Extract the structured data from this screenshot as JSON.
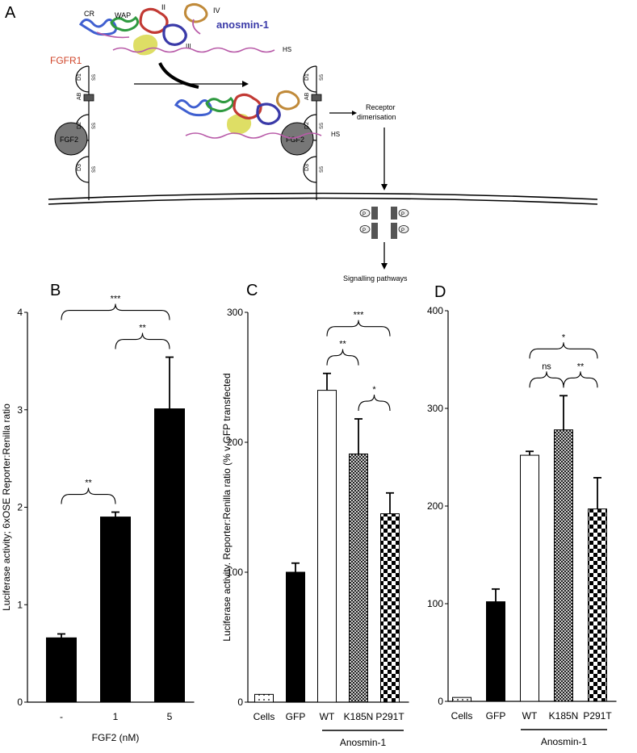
{
  "colors": {
    "fgfr1_label": "#d0452a",
    "anosmin_label": "#3a3aa8",
    "hs_chain": "#b85aa8",
    "domain_cr": "#3f5fd0",
    "domain_wap": "#2f9a40",
    "domain_i": "#d8d84a",
    "domain_ii": "#c23a34",
    "domain_iii": "#3a3aa8",
    "domain_iv": "#c08a3a",
    "fgf2_fill": "#777777",
    "bar_black": "#000000"
  },
  "panel_a": {
    "panel_letter": "A",
    "labels": {
      "cr": "CR",
      "wap": "WAP",
      "ii": "II",
      "iii": "III",
      "iv": "IV",
      "anosmin": "anosmin-1",
      "hs": "HS",
      "fgfr1": "FGFR1",
      "d1": "D1",
      "d2": "D2",
      "d3": "D3",
      "ab": "AB",
      "ss": "SS",
      "fgf2": "FGF2",
      "receptor_dimerisation_1": "Receptor",
      "receptor_dimerisation_2": "dimerisation",
      "signalling": "Signalling pathways",
      "p": "P"
    }
  },
  "chart_data": [
    {
      "panel_letter": "B",
      "type": "bar",
      "ylabel": "Luciferase activity; 6xOSE Reporter:Renilla ratio",
      "xlabel": "FGF2 (nM)",
      "categories": [
        "-",
        "1",
        "5"
      ],
      "values": [
        0.66,
        1.9,
        3.01
      ],
      "errors": [
        0.04,
        0.05,
        0.53
      ],
      "ylim": [
        0,
        4
      ],
      "yticks": [
        "0",
        "1",
        "2",
        "3",
        "4"
      ],
      "patterns": [
        "solid",
        "solid",
        "solid"
      ],
      "significance": [
        {
          "label": "**",
          "from": 0,
          "to": 1
        },
        {
          "label": "**",
          "from": 1,
          "to": 2
        },
        {
          "label": "***",
          "from": 0,
          "to": 2
        }
      ]
    },
    {
      "panel_letter": "C",
      "type": "bar",
      "ylabel": "Luciferase activity. Reporter:Renilla ratio (% v GFP transfected",
      "group_label": "Anosmin-1",
      "categories": [
        "Cells",
        "GFP",
        "WT",
        "K185N",
        "P291T"
      ],
      "values": [
        6,
        100,
        240,
        191,
        145
      ],
      "errors": [
        0,
        7,
        13,
        27,
        16
      ],
      "ylim": [
        0,
        300
      ],
      "yticks": [
        "0",
        "100",
        "200",
        "300"
      ],
      "patterns": [
        "dots",
        "solid",
        "white",
        "crosshatch",
        "checker"
      ],
      "significance": [
        {
          "label": "**",
          "from": 2,
          "to": 3
        },
        {
          "label": "*",
          "from": 3,
          "to": 4
        },
        {
          "label": "***",
          "from": 2,
          "to": 4
        }
      ]
    },
    {
      "panel_letter": "D",
      "type": "bar",
      "ylabel": "",
      "group_label": "Anosmin-1",
      "categories": [
        "Cells",
        "GFP",
        "WT",
        "K185N",
        "P291T"
      ],
      "values": [
        4,
        102,
        252,
        278,
        197
      ],
      "errors": [
        0,
        13,
        4,
        35,
        32
      ],
      "ylim": [
        0,
        400
      ],
      "yticks": [
        "0",
        "100",
        "200",
        "300",
        "400"
      ],
      "patterns": [
        "dots",
        "solid",
        "white",
        "crosshatch",
        "checker"
      ],
      "significance": [
        {
          "label": "ns",
          "from": 2,
          "to": 3
        },
        {
          "label": "**",
          "from": 3,
          "to": 4
        },
        {
          "label": "*",
          "from": 2,
          "to": 4
        }
      ]
    }
  ]
}
